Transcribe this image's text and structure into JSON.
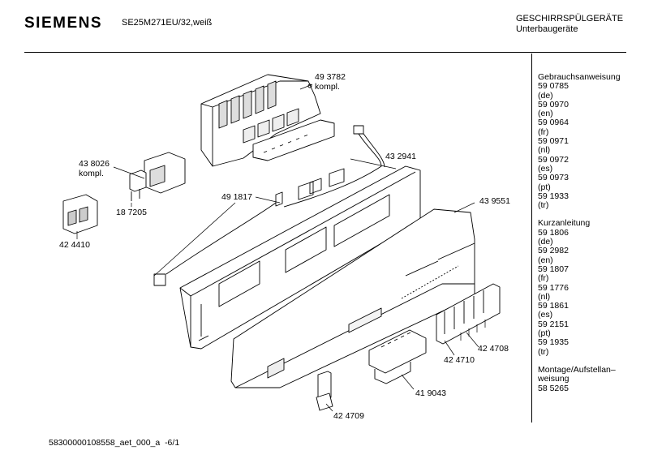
{
  "header": {
    "brand": "SIEMENS",
    "model": "SE25M271EU/32,weiß",
    "category": "GESCHIRRSPÜLGERÄTE",
    "subcategory": "Unterbaugeräte"
  },
  "sidebar": {
    "sections": [
      {
        "title": "Gebrauchsanweisung",
        "entries": [
          {
            "number": "59 0785",
            "lang": "(de)"
          },
          {
            "number": "59 0970",
            "lang": "(en)"
          },
          {
            "number": "59 0964",
            "lang": "(fr)"
          },
          {
            "number": "59 0971",
            "lang": "(nl)"
          },
          {
            "number": "59 0972",
            "lang": "(es)"
          },
          {
            "number": "59 0973",
            "lang": "(pt)"
          },
          {
            "number": "59 1933",
            "lang": "(tr)"
          }
        ]
      },
      {
        "title": "Kurzanleitung",
        "entries": [
          {
            "number": "59 1806",
            "lang": "(de)"
          },
          {
            "number": "59 2982",
            "lang": "(en)"
          },
          {
            "number": "59 1807",
            "lang": "(fr)"
          },
          {
            "number": "59 1776",
            "lang": "(nl)"
          },
          {
            "number": "59 1861",
            "lang": "(es)"
          },
          {
            "number": "59 2151",
            "lang": "(pt)"
          },
          {
            "number": "59 1935",
            "lang": "(tr)"
          }
        ]
      },
      {
        "title": "Montage/Aufstellan–\nweisung",
        "entries": [
          {
            "number": "58 5265",
            "lang": ""
          }
        ]
      }
    ]
  },
  "parts": {
    "p493782": {
      "number": "49 3782",
      "note": "kompl."
    },
    "p438026": {
      "number": "43 8026",
      "note": "kompl."
    },
    "p432941": {
      "number": "43 2941",
      "note": ""
    },
    "p491817": {
      "number": "49 1817",
      "note": ""
    },
    "p187205": {
      "number": "18 7205",
      "note": ""
    },
    "p424410": {
      "number": "42 4410",
      "note": ""
    },
    "p439551": {
      "number": "43 9551",
      "note": ""
    },
    "p424710": {
      "number": "42 4710",
      "note": ""
    },
    "p424708": {
      "number": "42 4708",
      "note": ""
    },
    "p419043": {
      "number": "41 9043",
      "note": ""
    },
    "p424709": {
      "number": "42 4709",
      "note": ""
    }
  },
  "footer": {
    "doc_id": "58300000108558_aet_000_a  -6/1"
  }
}
